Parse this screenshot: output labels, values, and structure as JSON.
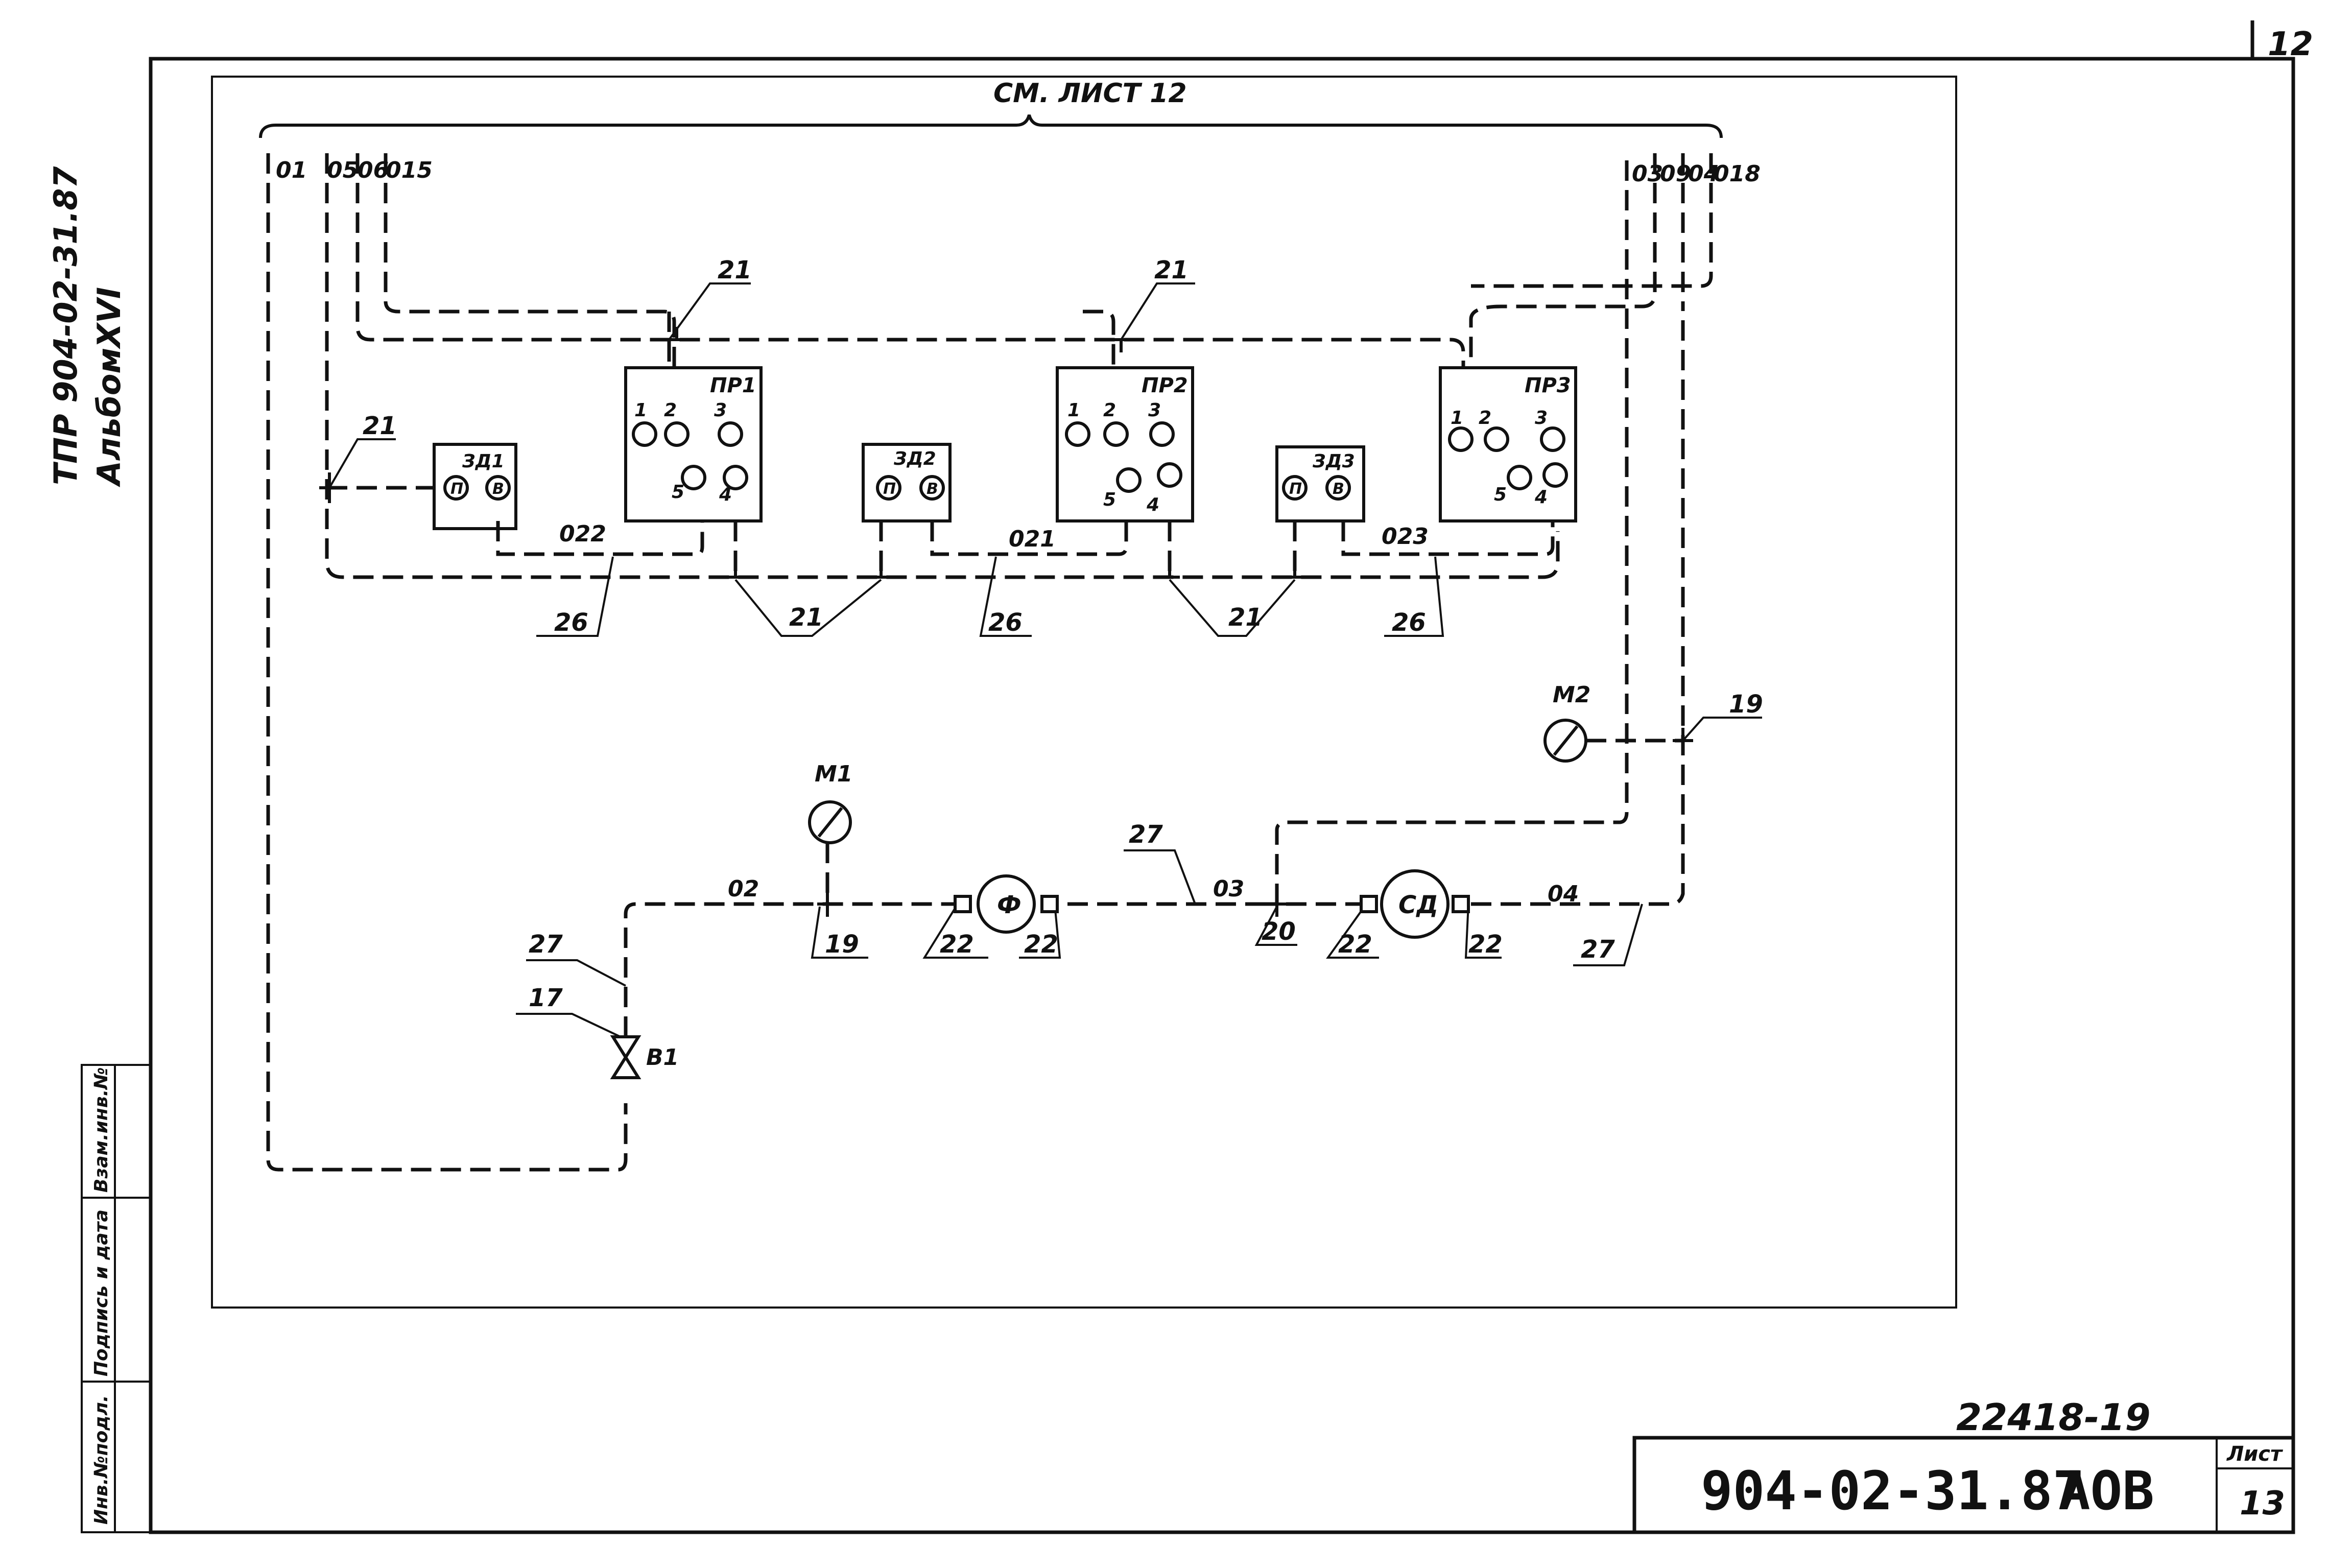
{
  "drawing": {
    "top_sheet_mark": "12",
    "reference_note": "СМ. ЛИСТ 12",
    "side_doc_code": "ТПР 904-02-31.87",
    "side_album": "АльбомXVI",
    "stamp_labels": [
      "Инв.№подл.",
      "Подпись и дата",
      "Взам.инв.№"
    ],
    "archive_number": "22418-19",
    "designation": "904-02-31.87",
    "mark_code": "АОВ",
    "sheet_caption": "Лист",
    "sheet_number": "13"
  },
  "lines_top": {
    "left": [
      "01",
      "05",
      "06",
      "015"
    ],
    "right": [
      "03",
      "09",
      "04",
      "018"
    ]
  },
  "devices": {
    "pr": [
      {
        "label": "ПР1",
        "ports": [
          "1",
          "2",
          "3",
          "5",
          "4"
        ]
      },
      {
        "label": "ПР2",
        "ports": [
          "1",
          "2",
          "3",
          "5",
          "4"
        ]
      },
      {
        "label": "ПР3",
        "ports": [
          "1",
          "2",
          "3",
          "5",
          "4"
        ]
      }
    ],
    "zd": [
      {
        "label": "ЗД1",
        "ports": [
          "П",
          "В"
        ]
      },
      {
        "label": "ЗД2",
        "ports": [
          "П",
          "В"
        ]
      },
      {
        "label": "ЗД3",
        "ports": [
          "П",
          "В"
        ]
      }
    ]
  },
  "line_labels": {
    "l022": "022",
    "l021": "021",
    "l023": "023",
    "l02": "02",
    "l03": "03",
    "l04": "04"
  },
  "callouts": {
    "c21": "21",
    "c26": "26",
    "c27": "27",
    "c19": "19",
    "c20": "20",
    "c22": "22",
    "c17": "17"
  },
  "equipment": {
    "m1": "М1",
    "m2": "М2",
    "filter": "Ф",
    "sd": "СД",
    "valve": "В1"
  }
}
